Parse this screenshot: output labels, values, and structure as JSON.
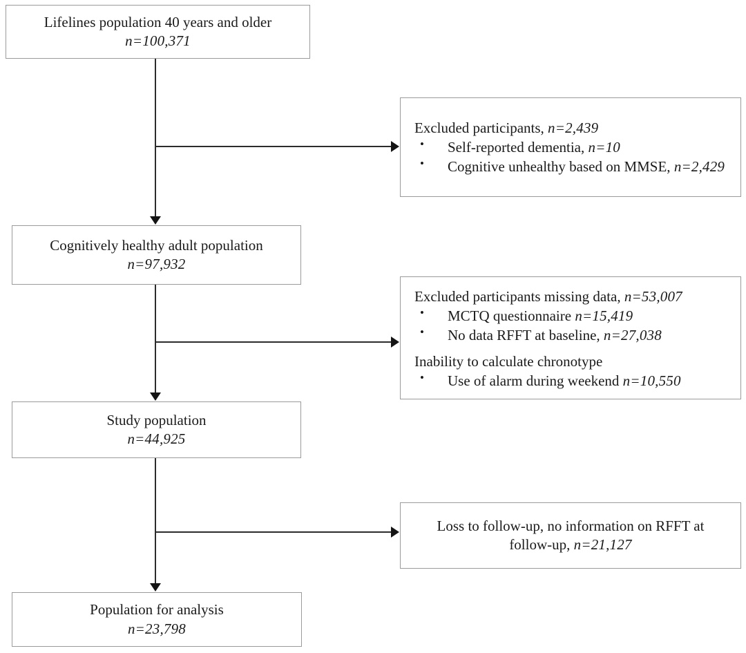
{
  "figure": {
    "type": "flowchart",
    "orientation": "vertical-with-right-exclusions"
  },
  "nodes": {
    "source_population": {
      "title": "Lifelines population 40 years and older",
      "n_label": "n=100,371"
    },
    "cognitively_healthy": {
      "title": "Cognitively healthy adult population",
      "n_label": "n=97,932"
    },
    "study_population": {
      "title": "Study population",
      "n_label": "n=44,925"
    },
    "population_for_analysis": {
      "title": "Population for analysis",
      "n_label": "n=23,798"
    }
  },
  "exclusions": {
    "excluded_participants": {
      "heading_text": "Excluded participants, ",
      "heading_n": "n=2,439",
      "items": [
        {
          "text": "Self-reported dementia, ",
          "n": "n=10"
        },
        {
          "text": "Cognitive unhealthy based on MMSE, ",
          "n": "n=2,429"
        }
      ]
    },
    "excluded_missing_data": {
      "heading_text": "Excluded participants missing data, ",
      "heading_n": "n=53,007",
      "items": [
        {
          "text": "MCTQ questionnaire  ",
          "n": "n=15,419"
        },
        {
          "text": "No data RFFT at baseline, ",
          "n": "n=27,038"
        }
      ],
      "subheading_text": "Inability to calculate chronotype",
      "subitems": [
        {
          "text": "Use of alarm during weekend ",
          "n": "n=10,550"
        }
      ]
    },
    "loss_to_followup": {
      "line1": "Loss to follow-up, no information on RFFT at",
      "line2_text": "follow-up, ",
      "line2_n": "n=21,127"
    }
  },
  "style": {
    "box_border_color": "#9a9a9a",
    "connector_color": "#2b2b2b",
    "background": "#ffffff",
    "text_color": "#1a1a1a"
  }
}
